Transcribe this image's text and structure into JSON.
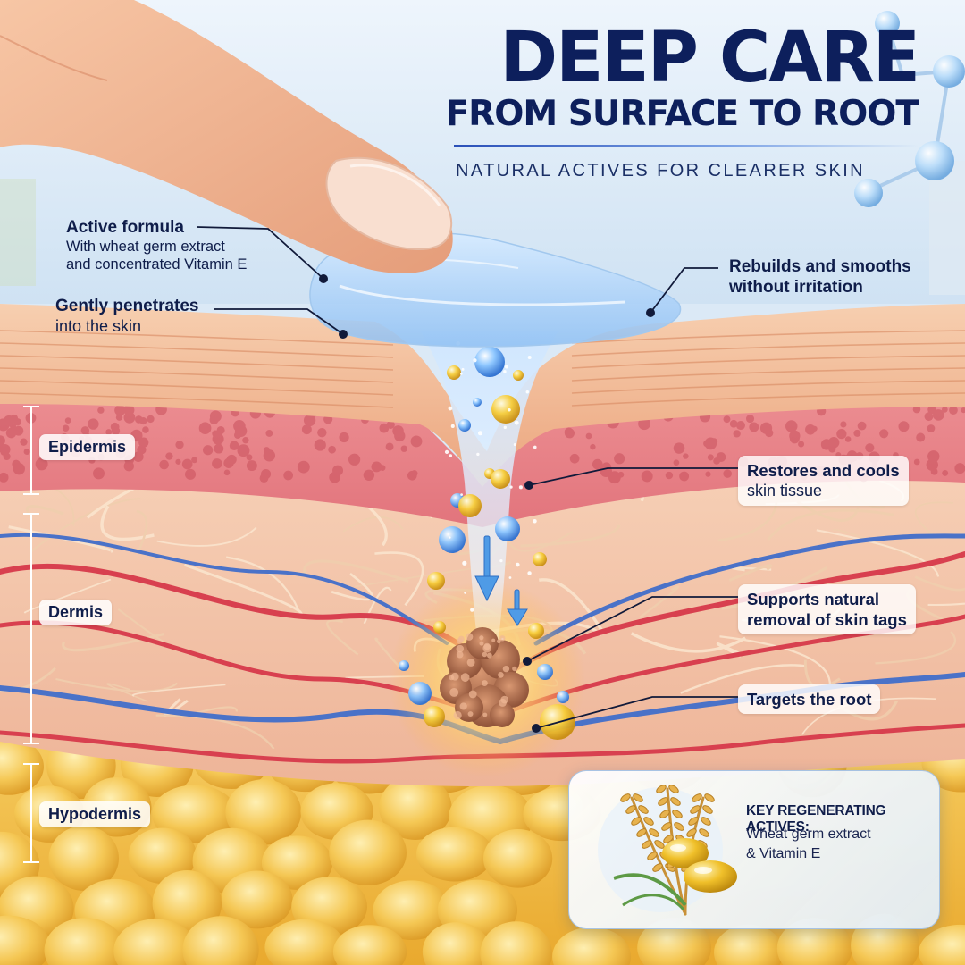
{
  "header": {
    "title": "DEEP CARE",
    "subtitle": "FROM SURFACE TO ROOT",
    "tagline": "NATURAL ACTIVES FOR CLEARER SKIN"
  },
  "callouts": {
    "active_formula": {
      "title": "Active formula",
      "line1": "With wheat germ extract",
      "line2": "and concentrated Vitamin E"
    },
    "penetrates": {
      "title": "Gently penetrates",
      "text": "into the skin"
    },
    "rebuilds": {
      "line1": "Rebuilds and smooths",
      "line2": "without irritation"
    },
    "restores": {
      "title": "Restores and cools",
      "text": "skin tissue"
    },
    "supports": {
      "line1": "Supports natural",
      "line2": "removal of skin tags"
    },
    "targets": {
      "title": "Targets the root"
    }
  },
  "layers": {
    "epidermis": "Epidermis",
    "dermis": "Dermis",
    "hypodermis": "Hypodermis"
  },
  "actives_panel": {
    "title": "KEY REGENERATING ACTIVES:",
    "line1": "Wheat germ extract",
    "line2": "& Vitamin E"
  },
  "colors": {
    "title_navy": "#0d1f5c",
    "serum_blue": "#a8cdf5",
    "skin_surface": "#f0b48e",
    "epidermis_pink": "#e27a82",
    "dermis_peach": "#f3c3a6",
    "fat_yellow": "#f2c64a",
    "artery_red": "#d8404f",
    "vein_blue": "#4a72c8"
  },
  "icons": [
    "finger-icon",
    "molecule-icon",
    "wheat-icon",
    "vitamin-capsule-icon",
    "skin-tag-icon"
  ]
}
